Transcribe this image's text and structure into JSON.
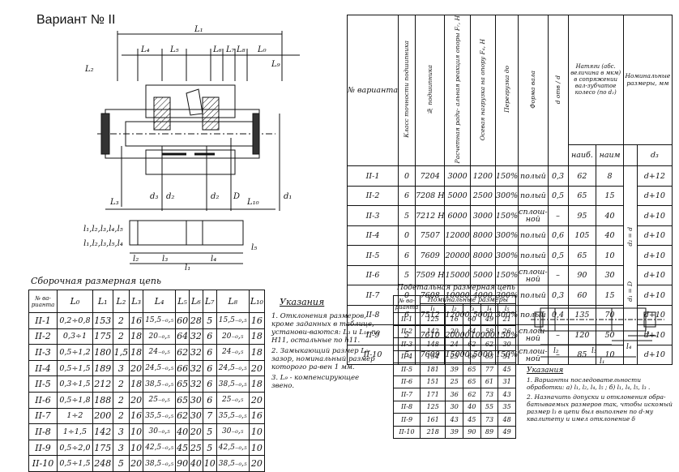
{
  "title": "Вариант № II",
  "drawing_labels": {
    "L1": "L₁",
    "L2": "L₂",
    "L3": "L₃",
    "L4": "L₄",
    "L5": "L₅",
    "L6": "L₆",
    "L7": "L₇",
    "L8": "L₈",
    "L9": "L₉",
    "L10": "L₁₀",
    "L0": "L₀",
    "d1": "d₁",
    "d2": "d₂",
    "d3": "d₃",
    "D": "D",
    "l1": "l₁",
    "l2": "l₂",
    "l3": "l₃",
    "l4": "l₄",
    "l5": "l₅",
    "variant_a": "а) l₁,l₂,l₃,l₄,l₅",
    "variant_b": "б) l₁,l₂,l₃,l₅,l₄"
  },
  "main_table": {
    "headers": {
      "variant": "№ варианта",
      "precision": "Класс точности подшипника",
      "bearing": "№ подшипника",
      "radial": "Расчетная ради- альная реакция опоры Fᵣ, Н",
      "axial": "Осевая нагрузка на опору Fₐ, Н",
      "overload": "Перегрузка до",
      "shaft": "Форма вала",
      "ratio": "d отв / d",
      "interference": "Натяги (абс. величина в мкм) в сопряжении вал-зубчатое колесо (по d₂)",
      "max": "наиб.",
      "min": "наим",
      "nominal": "Номинальные размеры, мм",
      "d3": "d₃",
      "d2eq": "d₂ = d",
      "d1eq": "d₁ = D"
    },
    "rows": [
      [
        "II-1",
        "0",
        "7204",
        "3000",
        "1200",
        "150%",
        "полый",
        "0,3",
        "62",
        "8",
        "d+12"
      ],
      [
        "II-2",
        "6",
        "7208 Н",
        "5000",
        "2500",
        "300%",
        "полый",
        "0,5",
        "65",
        "15",
        "d+10"
      ],
      [
        "II-3",
        "5",
        "7212 Н",
        "6000",
        "3000",
        "150%",
        "сплош-ной",
        "–",
        "95",
        "40",
        "d+10"
      ],
      [
        "II-4",
        "0",
        "7507",
        "12000",
        "8000",
        "300%",
        "полый",
        "0,6",
        "105",
        "40",
        "d+10"
      ],
      [
        "II-5",
        "6",
        "7609",
        "20000",
        "8000",
        "300%",
        "полый",
        "0,5",
        "65",
        "10",
        "d+10"
      ],
      [
        "II-6",
        "5",
        "7509 Н",
        "15000",
        "5000",
        "150%",
        "сплош-ной",
        "–",
        "90",
        "30",
        "d+10"
      ],
      [
        "II-7",
        "0",
        "7608",
        "10000",
        "4000",
        "300%",
        "полый",
        "0,3",
        "60",
        "15",
        "d+10"
      ],
      [
        "II-8",
        "6",
        "7512",
        "12000",
        "5000",
        "300%",
        "полый",
        "0,4",
        "135",
        "70",
        "d+10"
      ],
      [
        "II-9",
        "5",
        "7610",
        "20000",
        "10000",
        "150%",
        "сплош-ной",
        "–",
        "120",
        "50",
        "d+10"
      ],
      [
        "II-10",
        "5",
        "7609",
        "15000",
        "5000",
        "150%",
        "сплош-ной",
        "–",
        "85",
        "10",
        "d+10"
      ]
    ]
  },
  "assembly": {
    "title": "Сборочная размерная цепь",
    "headers": [
      "№ ва-рианта",
      "L₀",
      "L₁",
      "L₂",
      "L₃",
      "L₄",
      "L₅",
      "L₆",
      "L₇",
      "L₈",
      "L₁₀"
    ],
    "rows": [
      [
        "II-1",
        "0,2÷0,8",
        "153",
        "2",
        "16",
        "15,5₋₀,₅",
        "60",
        "28",
        "5",
        "15,5₋₀,₅",
        "16"
      ],
      [
        "II-2",
        "0,3÷1",
        "175",
        "2",
        "18",
        "20₋₀,₅",
        "64",
        "32",
        "6",
        "20₋₀,₅",
        "18"
      ],
      [
        "II-3",
        "0,5÷1,2",
        "180",
        "1,5",
        "18",
        "24₋₀,₅",
        "62",
        "32",
        "6",
        "24₋₀,₅",
        "18"
      ],
      [
        "II-4",
        "0,5÷1,5",
        "189",
        "3",
        "20",
        "24,5₋₀,₅",
        "66",
        "32",
        "6",
        "24,5₋₀,₅",
        "20"
      ],
      [
        "II-5",
        "0,3÷1,5",
        "212",
        "2",
        "18",
        "38,5₋₀,₅",
        "65",
        "32",
        "6",
        "38,5₋₀,₅",
        "18"
      ],
      [
        "II-6",
        "0,5÷1,8",
        "188",
        "2",
        "20",
        "25₋₀,₅",
        "65",
        "30",
        "6",
        "25₋₀,₅",
        "20"
      ],
      [
        "II-7",
        "1÷2",
        "200",
        "2",
        "16",
        "35,5₋₀,₅",
        "62",
        "30",
        "7",
        "35,5₋₀,₅",
        "16"
      ],
      [
        "II-8",
        "1÷1,5",
        "142",
        "3",
        "10",
        "30₋₀,₅",
        "40",
        "20",
        "5",
        "30₋₀,₅",
        "10"
      ],
      [
        "II-9",
        "0,5÷2,0",
        "175",
        "3",
        "10",
        "42,5₋₀,₅",
        "45",
        "25",
        "5",
        "42,5₋₀,₅",
        "10"
      ],
      [
        "II-10",
        "0,5÷1,5",
        "248",
        "5",
        "20",
        "38,5₋₀,₅",
        "90",
        "40",
        "10",
        "38,5₋₀,₅",
        "20"
      ]
    ]
  },
  "notes1": {
    "title": "Указания",
    "items": [
      "1. Отклонения размеров, кроме заданных в таблице, установи-ваются: L₃ и L₁₀ по Н11, остальные по h11.",
      "2. Замыкающий размер L₉-зазор, номинальный размер которого ра-вен 1 мм.",
      "3. L₉ - компенсирующее звено."
    ]
  },
  "detail": {
    "title": "Подетальная размерная цепь",
    "group": "Номинальные размеры",
    "headers": [
      "№ ва-рианта",
      "l₁",
      "l₂",
      "l₃",
      "l₄",
      "l₅"
    ],
    "rows": [
      [
        "II-1",
        "125",
        "16",
        "60",
        "49",
        "21"
      ],
      [
        "II-2",
        "142",
        "20",
        "64",
        "58",
        "26"
      ],
      [
        "II-3",
        "148",
        "24",
        "62",
        "62",
        "30"
      ],
      [
        "II-4",
        "154",
        "25",
        "66",
        "63",
        "31"
      ],
      [
        "II-5",
        "181",
        "39",
        "65",
        "77",
        "45"
      ],
      [
        "II-6",
        "151",
        "25",
        "65",
        "61",
        "31"
      ],
      [
        "II-7",
        "171",
        "36",
        "62",
        "73",
        "43"
      ],
      [
        "II-8",
        "125",
        "30",
        "40",
        "55",
        "35"
      ],
      [
        "II-9",
        "161",
        "43",
        "45",
        "73",
        "48"
      ],
      [
        "II-10",
        "218",
        "39",
        "90",
        "89",
        "49"
      ]
    ]
  },
  "notes2": {
    "title": "Указания",
    "items": [
      "1. Варианты последовательности обработки: а) l₁, l₂, l₄, l₅ ; б) l₁, l₄, l₅, l₃ .",
      "2. Назначить допуски и отклонения обра-батываемых размеров так, чтобы искомый размер l₃ в цепи был выполнен по d-му квалитету и имел отклонение δ"
    ]
  }
}
